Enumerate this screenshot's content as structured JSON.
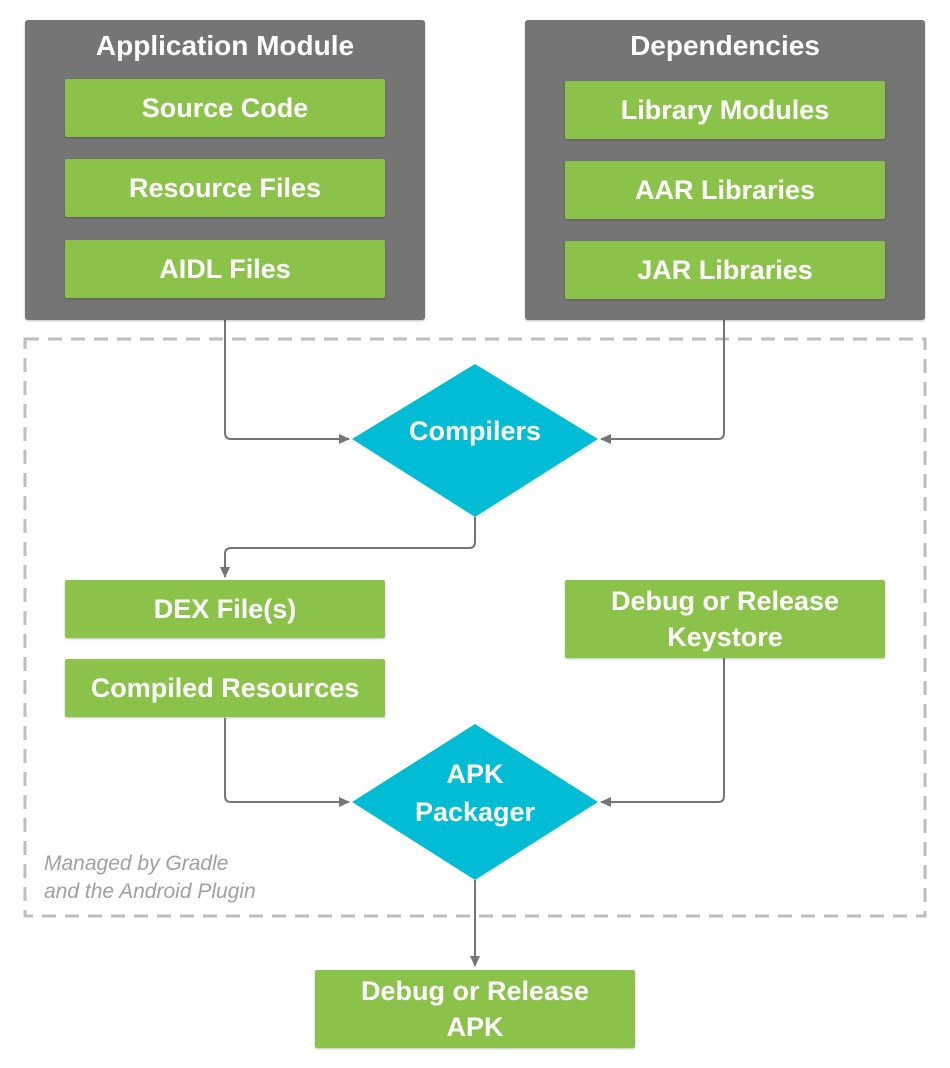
{
  "app_module": {
    "title": "Application Module",
    "items": [
      "Source Code",
      "Resource Files",
      "AIDL Files"
    ]
  },
  "dependencies": {
    "title": "Dependencies",
    "items": [
      "Library Modules",
      "AAR Libraries",
      "JAR Libraries"
    ]
  },
  "compilers": {
    "label": "Compilers"
  },
  "outputs": {
    "dex": "DEX File(s)",
    "compiled_resources": "Compiled Resources"
  },
  "keystore": {
    "line1": "Debug or Release",
    "line2": "Keystore"
  },
  "packager": {
    "line1": "APK",
    "line2": "Packager"
  },
  "managed_note": {
    "line1": "Managed by Gradle",
    "line2": "and the Android Plugin"
  },
  "final_apk": {
    "line1": "Debug or Release",
    "line2": "APK"
  },
  "colors": {
    "panel": "#757575",
    "box": "#8bc34a",
    "diamond": "#00bcd4",
    "connector": "#757575",
    "dashed_border": "#bdbdbd"
  }
}
